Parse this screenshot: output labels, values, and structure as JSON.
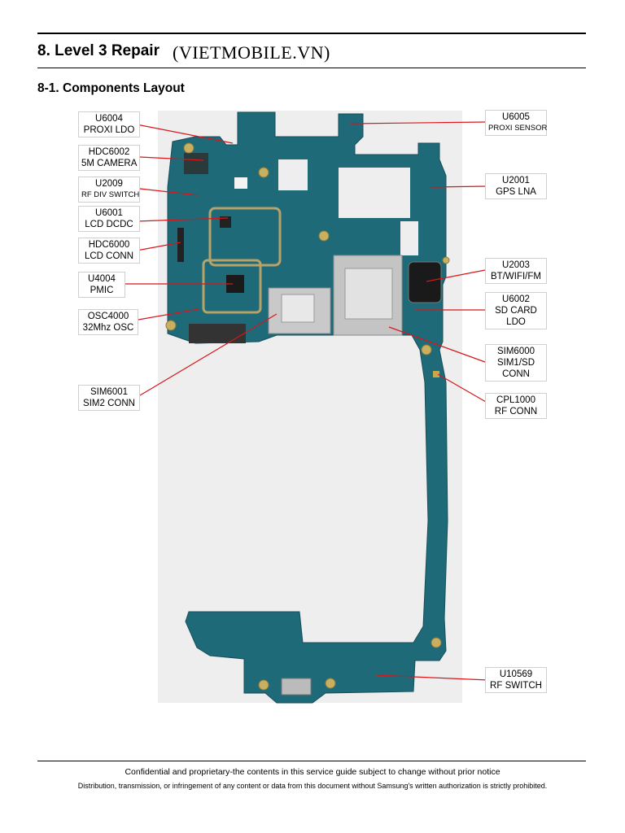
{
  "header": {
    "section_title": "8. Level 3 Repair",
    "site": "(VIETMOBILE.VN)",
    "subsection_title": "8-1. Components Layout"
  },
  "labels": {
    "u6004": {
      "code": "U6004",
      "desc": "PROXI LDO"
    },
    "hdc6002": {
      "code": "HDC6002",
      "desc": "5M CAMERA"
    },
    "u2009": {
      "code": "U2009",
      "desc": "RF DIV SWITCH"
    },
    "u6001": {
      "code": "U6001",
      "desc": "LCD DCDC"
    },
    "hdc6000": {
      "code": "HDC6000",
      "desc": "LCD CONN"
    },
    "u4004": {
      "code": "U4004",
      "desc": "PMIC"
    },
    "osc4000": {
      "code": "OSC4000",
      "desc": "32Mhz OSC"
    },
    "sim6001": {
      "code": "SIM6001",
      "desc": "SIM2 CONN"
    },
    "u6005": {
      "code": "U6005",
      "desc": "PROXI SENSOR"
    },
    "u2001": {
      "code": "U2001",
      "desc": "GPS LNA"
    },
    "u2003": {
      "code": "U2003",
      "desc": "BT/WIFI/FM"
    },
    "u6002": {
      "code": "U6002",
      "desc": "SD CARD",
      "desc2": "LDO"
    },
    "sim6000": {
      "code": "SIM6000",
      "desc": "SIM1/SD",
      "desc2": "CONN"
    },
    "cpl1000": {
      "code": "CPL1000",
      "desc": "RF CONN"
    },
    "u10569": {
      "code": "U10569",
      "desc": "RF SWITCH"
    }
  },
  "footer": {
    "line1": "Confidential and proprietary-the contents in this service guide subject to change without prior notice",
    "line2": "Distribution, transmission, or infringement of any content or data from this document without Samsung's written authorization is strictly prohibited."
  },
  "colors": {
    "board": "#1e6a78",
    "callout_line": "#d9161a",
    "photo_bg": "#eeeeee"
  }
}
